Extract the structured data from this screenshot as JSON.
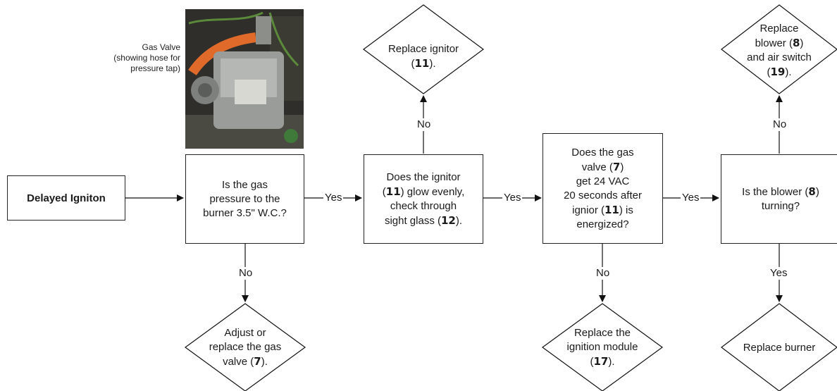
{
  "photo": {
    "caption": [
      "Gas Valve",
      "(showing hose for",
      "pressure tap)"
    ]
  },
  "start": {
    "label": "Delayed Igniton"
  },
  "q1": {
    "lines": [
      [
        {
          "t": "Is the gas"
        }
      ],
      [
        {
          "t": "pressure to the"
        }
      ],
      [
        {
          "t": "burner 3.5\" W.C.?"
        }
      ]
    ]
  },
  "q2": {
    "lines": [
      [
        {
          "t": "Does the ignitor"
        }
      ],
      [
        {
          "t": "("
        },
        {
          "t": "11",
          "b": true
        },
        {
          "t": ") glow evenly,"
        }
      ],
      [
        {
          "t": "check through"
        }
      ],
      [
        {
          "t": "sight glass ("
        },
        {
          "t": "12",
          "b": true
        },
        {
          "t": ")."
        }
      ]
    ]
  },
  "q3": {
    "lines": [
      [
        {
          "t": "Does the gas"
        }
      ],
      [
        {
          "t": "valve ("
        },
        {
          "t": "7",
          "b": true
        },
        {
          "t": ")"
        }
      ],
      [
        {
          "t": "get 24 VAC"
        }
      ],
      [
        {
          "t": "20 seconds after"
        }
      ],
      [
        {
          "t": "ignior ("
        },
        {
          "t": "11",
          "b": true
        },
        {
          "t": ") is"
        }
      ],
      [
        {
          "t": "energized?"
        }
      ]
    ]
  },
  "q4": {
    "lines": [
      [
        {
          "t": "Is the blower ("
        },
        {
          "t": "8",
          "b": true
        },
        {
          "t": ")"
        }
      ],
      [
        {
          "t": "turning?"
        }
      ]
    ]
  },
  "d1": {
    "lines": [
      [
        {
          "t": "Adjust or"
        }
      ],
      [
        {
          "t": "replace the gas"
        }
      ],
      [
        {
          "t": "valve ("
        },
        {
          "t": "7",
          "b": true
        },
        {
          "t": ")."
        }
      ]
    ]
  },
  "d2": {
    "lines": [
      [
        {
          "t": "Replace ignitor"
        }
      ],
      [
        {
          "t": "("
        },
        {
          "t": "11",
          "b": true
        },
        {
          "t": ")."
        }
      ]
    ]
  },
  "d3": {
    "lines": [
      [
        {
          "t": "Replace the"
        }
      ],
      [
        {
          "t": "ignition module"
        }
      ],
      [
        {
          "t": "("
        },
        {
          "t": "17",
          "b": true
        },
        {
          "t": ")."
        }
      ]
    ]
  },
  "d4": {
    "lines": [
      [
        {
          "t": "Replace"
        }
      ],
      [
        {
          "t": "blower ("
        },
        {
          "t": "8",
          "b": true
        },
        {
          "t": ")"
        }
      ],
      [
        {
          "t": "and air switch"
        }
      ],
      [
        {
          "t": "("
        },
        {
          "t": "19",
          "b": true
        },
        {
          "t": ")."
        }
      ]
    ]
  },
  "d5": {
    "lines": [
      [
        {
          "t": "Replace burner"
        }
      ]
    ]
  },
  "labels": {
    "yes1": "Yes",
    "yes2": "Yes",
    "yes3": "Yes",
    "yes4": "Yes",
    "no1": "No",
    "no2": "No",
    "no3": "No",
    "no4": "No"
  }
}
